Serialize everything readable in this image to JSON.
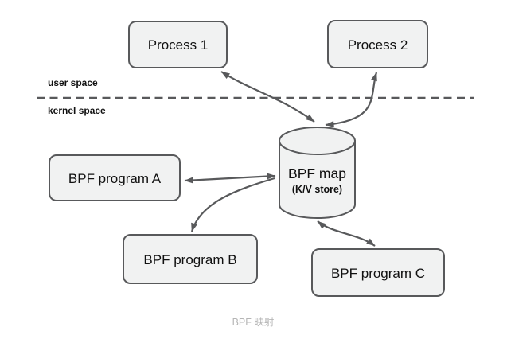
{
  "diagram": {
    "caption": "BPF 映射",
    "labels": {
      "user_space": "user space",
      "kernel_space": "kernel space"
    },
    "nodes": {
      "process1": {
        "label": "Process 1",
        "type": "box",
        "region": "user space"
      },
      "process2": {
        "label": "Process 2",
        "type": "box",
        "region": "user space"
      },
      "bpf_map": {
        "label": "BPF map",
        "sublabel": "(K/V store)",
        "type": "cylinder",
        "region": "kernel space"
      },
      "program_a": {
        "label": "BPF program A",
        "type": "box",
        "region": "kernel space"
      },
      "program_b": {
        "label": "BPF program B",
        "type": "box",
        "region": "kernel space"
      },
      "program_c": {
        "label": "BPF program C",
        "type": "box",
        "region": "kernel space"
      }
    },
    "edges": [
      {
        "from": "process1",
        "to": "bpf_map",
        "bidirectional": true
      },
      {
        "from": "process2",
        "to": "bpf_map",
        "bidirectional": true
      },
      {
        "from": "program_a",
        "to": "bpf_map",
        "bidirectional": true
      },
      {
        "from": "bpf_map",
        "to": "program_b",
        "bidirectional": false
      },
      {
        "from": "program_c",
        "to": "bpf_map",
        "bidirectional": true
      }
    ],
    "colors": {
      "node_fill": "#f1f2f2",
      "node_border": "#58595b",
      "arrow": "#58595b",
      "boundary_line": "#58595b",
      "text": "#111111",
      "caption_text": "#b5b5b5",
      "background": "#ffffff"
    }
  }
}
